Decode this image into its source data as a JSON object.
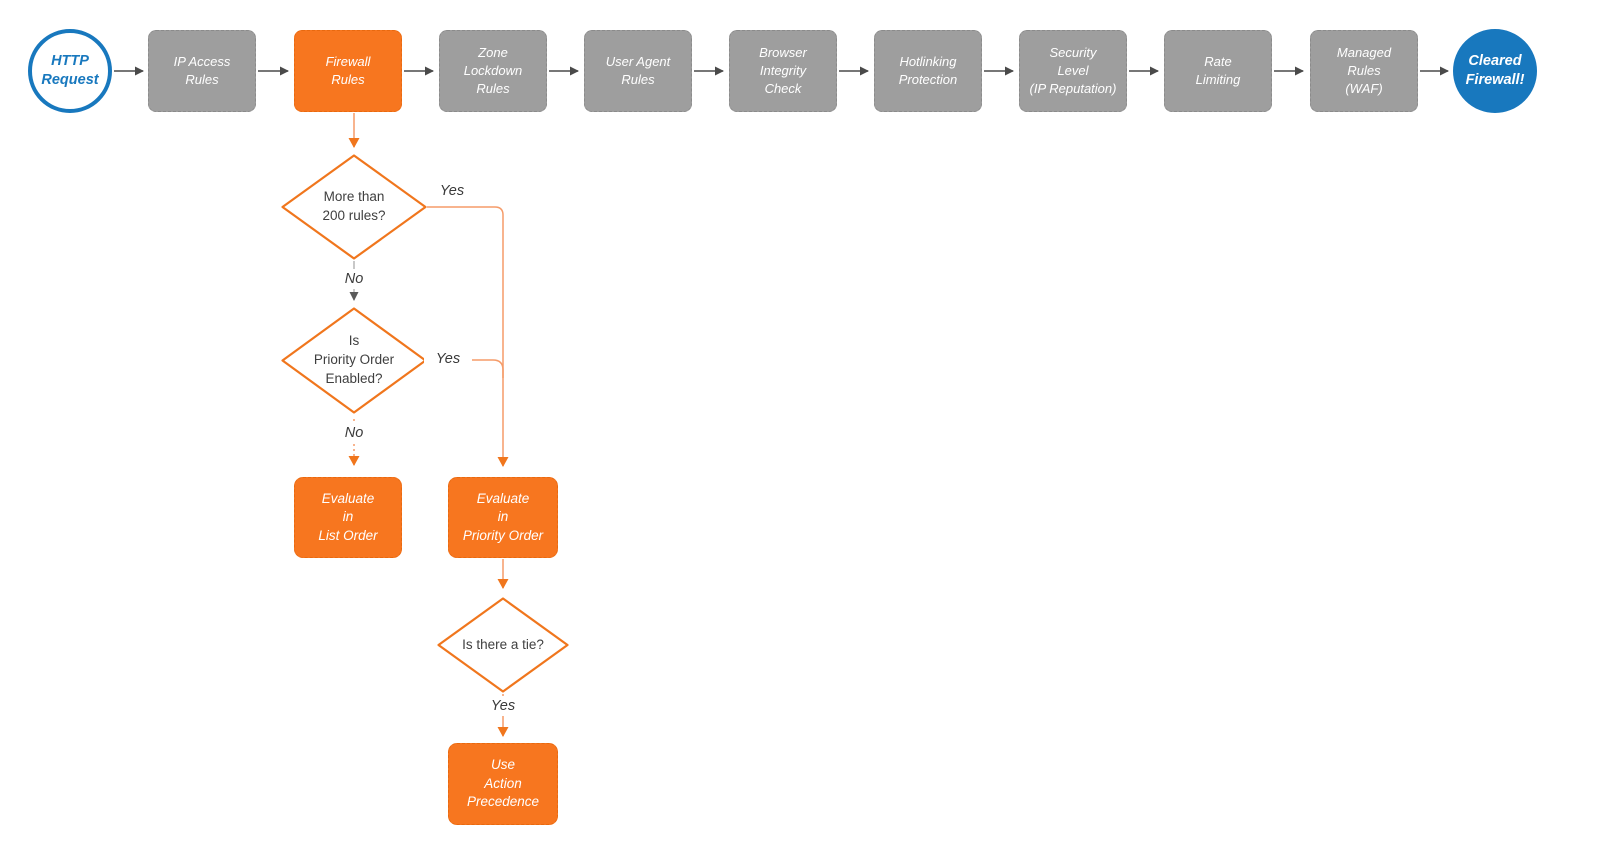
{
  "pipeline": {
    "start": {
      "label": "HTTP\nRequest"
    },
    "end": {
      "label": "Cleared\nFirewall!"
    },
    "stages": [
      {
        "label": "IP Access\nRules",
        "highlighted": false
      },
      {
        "label": "Firewall\nRules",
        "highlighted": true
      },
      {
        "label": "Zone\nLockdown\nRules",
        "highlighted": false
      },
      {
        "label": "User Agent\nRules",
        "highlighted": false
      },
      {
        "label": "Browser\nIntegrity\nCheck",
        "highlighted": false
      },
      {
        "label": "Hotlinking\nProtection",
        "highlighted": false
      },
      {
        "label": "Security\nLevel\n(IP Reputation)",
        "highlighted": false
      },
      {
        "label": "Rate\nLimiting",
        "highlighted": false
      },
      {
        "label": "Managed\nRules\n(WAF)",
        "highlighted": false
      }
    ]
  },
  "decisions": {
    "more_than_200": {
      "question": "More than\n200 rules?",
      "yes_label": "Yes",
      "no_label": "No"
    },
    "priority_enabled": {
      "question": "Is\nPriority Order\nEnabled?",
      "yes_label": "Yes",
      "no_label": "No"
    },
    "tie": {
      "question": "Is there a tie?",
      "yes_label": "Yes"
    }
  },
  "actions": {
    "list_order": {
      "label": "Evaluate\nin\nList Order"
    },
    "priority_order": {
      "label": "Evaluate\nin\nPriority Order"
    },
    "action_precedence": {
      "label": "Use\nAction\nPrecedence"
    }
  },
  "colors": {
    "stage_gray": "#9E9E9E",
    "highlight_orange": "#F7761F",
    "diamond_border_orange": "#F0761D",
    "connector_orange": "#F59B69",
    "connector_dark": "#4A4A4A",
    "connector_gray": "#B5B5B5",
    "blue": "#1878BE",
    "text_dark": "#3F3F3F",
    "node_text": "#FFFFFF"
  }
}
